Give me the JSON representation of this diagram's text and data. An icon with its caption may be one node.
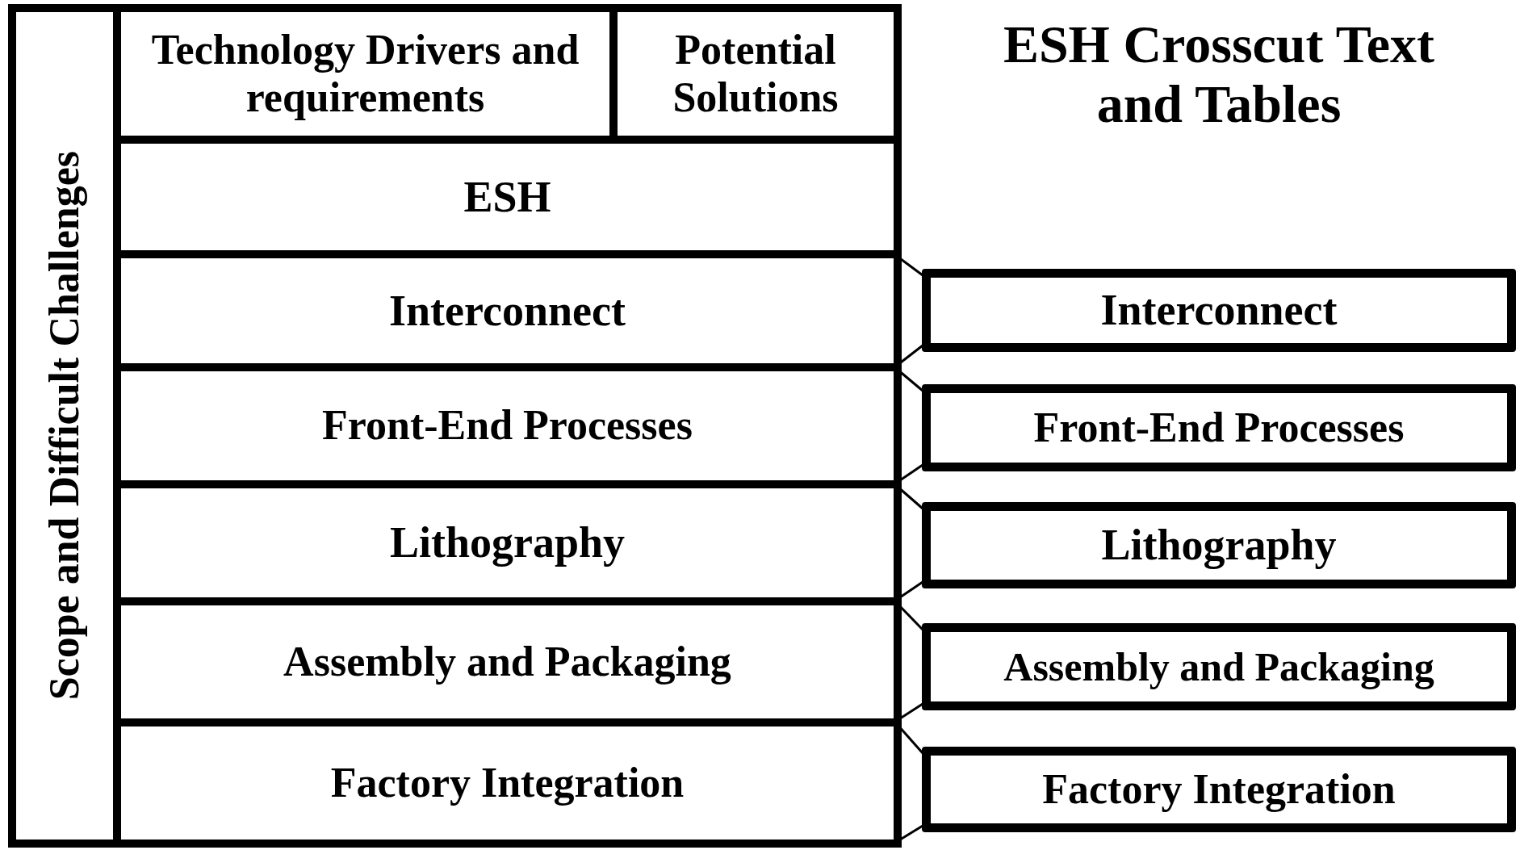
{
  "diagram": {
    "title": "ESH Crosscut Text and Tables",
    "nodes": [
      {
        "text": [
          "Scope and Difficult Challenges"
        ]
      },
      {
        "text": [
          "Technology Drivers and requirements"
        ]
      },
      {
        "text": [
          "Potential Solutions"
        ]
      },
      {
        "text": [
          "ESH"
        ]
      },
      {
        "text": [
          "Interconnect"
        ]
      },
      {
        "text": [
          "Front-End Processes"
        ]
      },
      {
        "text": [
          "Lithography"
        ]
      },
      {
        "text": [
          "Assembly and Packaging"
        ]
      },
      {
        "text": [
          "Factory Integration"
        ]
      },
      {
        "text": [
          "Interconnect"
        ]
      },
      {
        "text": [
          "Front-End Processes"
        ]
      },
      {
        "text": [
          "Lithography"
        ]
      },
      {
        "text": [
          "Assembly and Packaging"
        ]
      },
      {
        "text": [
          "Factory Integration"
        ]
      }
    ],
    "edges": [
      {
        "from": 4,
        "to": 9,
        "arrow": "none"
      },
      {
        "from": 4,
        "to": 9,
        "arrow": "none"
      },
      {
        "from": 5,
        "to": 10,
        "arrow": "none"
      },
      {
        "from": 5,
        "to": 10,
        "arrow": "none"
      },
      {
        "from": 6,
        "to": 11,
        "arrow": "none"
      },
      {
        "from": 6,
        "to": 11,
        "arrow": "none"
      },
      {
        "from": 7,
        "to": 12,
        "arrow": "none"
      },
      {
        "from": 7,
        "to": 12,
        "arrow": "none"
      },
      {
        "from": 8,
        "to": 13,
        "arrow": "none"
      },
      {
        "from": 8,
        "to": 13,
        "arrow": "none"
      }
    ]
  }
}
